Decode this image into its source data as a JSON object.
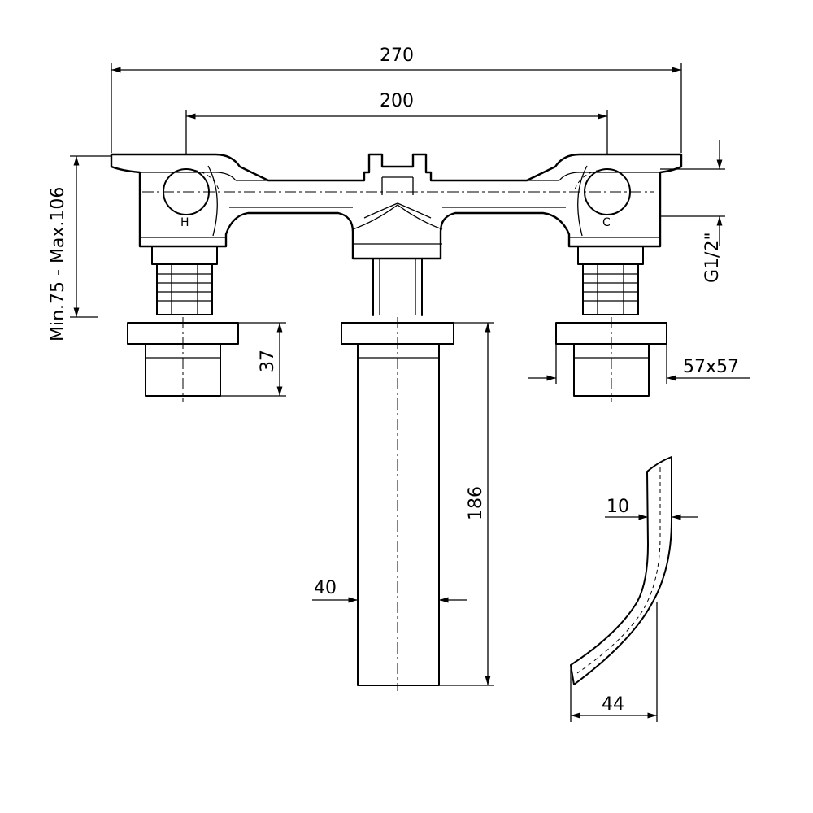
{
  "dimensions": {
    "overall_width": "270",
    "valve_spacing": "200",
    "wall_depth": "Min.75 - Max.106",
    "rosette_depth": "37",
    "rosette_size": "57x57",
    "thread": "G1/2\"",
    "spout_length": "186",
    "spout_width": "40",
    "handle_thickness": "10",
    "handle_reach": "44"
  },
  "valve_marks": {
    "hot": "H",
    "cold": "C"
  }
}
